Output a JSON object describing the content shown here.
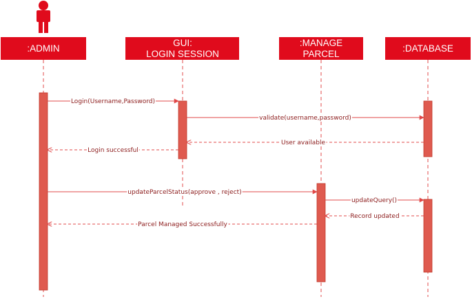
{
  "colors": {
    "header_fill": "#e00b1c",
    "activation_fill": "#df5a4f",
    "activation_stroke": "#c0392b",
    "line": "#e04848",
    "text_dark": "#8b1a1a"
  },
  "actor_icon": "person-icon",
  "participants": {
    "admin": {
      "lines": [
        ":ADMIN"
      ]
    },
    "gui": {
      "lines": [
        "GUI:",
        "LOGIN SESSION"
      ]
    },
    "manage": {
      "lines": [
        ":MANAGE",
        "PARCEL"
      ]
    },
    "database": {
      "lines": [
        ":DATABASE"
      ]
    }
  },
  "messages": {
    "m1": {
      "label": "Login(Username,Password)",
      "kind": "sync"
    },
    "m2": {
      "label": "validate(username,password)",
      "kind": "sync"
    },
    "m3": {
      "label": "User available",
      "kind": "return"
    },
    "m4": {
      "label": "Login successful",
      "kind": "return"
    },
    "m5": {
      "label": "updateParcelStatus(approve , reject)",
      "kind": "sync"
    },
    "m6": {
      "label": "updateQuery()",
      "kind": "sync"
    },
    "m7": {
      "label": "Record updated",
      "kind": "return"
    },
    "m8": {
      "label": "Parcel Managed Successfully",
      "kind": "return"
    }
  }
}
